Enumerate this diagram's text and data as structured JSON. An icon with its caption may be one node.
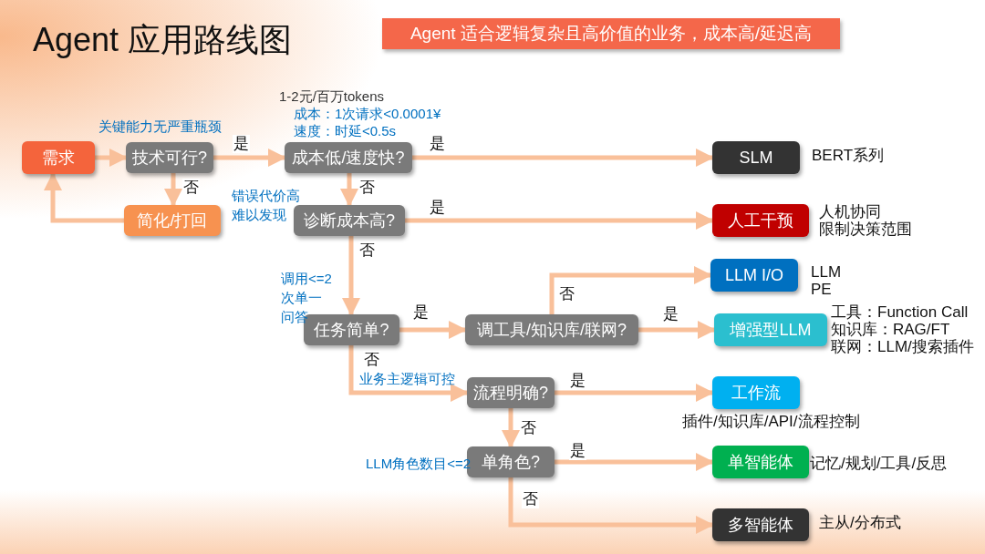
{
  "diagram": {
    "title": "Agent 应用路线图",
    "nodes": [
      {
        "text": [
          "需求"
        ]
      },
      {
        "text": [
          "技术可行?"
        ],
        "beside": [
          "关键能力无严重瓶颈"
        ]
      },
      {
        "text": [
          "简化/打回"
        ]
      },
      {
        "text": [
          "成本低/速度快?"
        ],
        "beside": [
          "1-2元/百万tokens",
          "成本：1次请求<0.0001¥",
          "速度：时延<0.5s"
        ]
      },
      {
        "text": [
          "诊断成本高?"
        ],
        "beside": [
          "错误代价高难以发现"
        ]
      },
      {
        "text": [
          "任务简单?"
        ],
        "beside": [
          "调用<=2次单一问答"
        ]
      },
      {
        "text": [
          "调工具/知识库/联网?"
        ]
      },
      {
        "text": [
          "流程明确?"
        ],
        "beside": [
          "业务主逻辑可控"
        ]
      },
      {
        "text": [
          "单角色?"
        ],
        "beside": [
          "LLM角色数目<=2"
        ]
      },
      {
        "text": [
          "SLM"
        ],
        "beside": [
          "BERT系列"
        ]
      },
      {
        "text": [
          "人工干预"
        ],
        "beside": [
          "人机协同",
          "限制决策范围"
        ]
      },
      {
        "text": [
          "LLM I/O"
        ],
        "beside": [
          "LLM",
          "PE"
        ]
      },
      {
        "text": [
          "增强型LLM"
        ],
        "beside": [
          "工具：Function Call",
          "知识库：RAG/FT",
          "联网：LLM/搜索插件"
        ]
      },
      {
        "text": [
          "工作流"
        ],
        "beside": [
          "插件/知识库/API/流程控制"
        ]
      },
      {
        "text": [
          "单智能体"
        ],
        "beside": [
          "记忆/规划/工具/反思"
        ]
      },
      {
        "text": [
          "多智能体"
        ],
        "beside": [
          "主从/分布式"
        ]
      }
    ],
    "edges": [
      {
        "from": 0,
        "to": 1,
        "arrow": "to"
      },
      {
        "from": 1,
        "to": 3,
        "arrow": "to",
        "label": "是"
      },
      {
        "from": 1,
        "to": 2,
        "arrow": "to",
        "label": "否"
      },
      {
        "from": 2,
        "to": 0,
        "arrow": "to"
      },
      {
        "from": 3,
        "to": 9,
        "arrow": "to",
        "label": "是"
      },
      {
        "from": 3,
        "to": 4,
        "arrow": "to",
        "label": "否"
      },
      {
        "from": 4,
        "to": 10,
        "arrow": "to",
        "label": "是"
      },
      {
        "from": 4,
        "to": 5,
        "arrow": "to",
        "label": "否"
      },
      {
        "from": 5,
        "to": 6,
        "arrow": "to",
        "label": "是"
      },
      {
        "from": 6,
        "to": 11,
        "arrow": "to",
        "label": "否"
      },
      {
        "from": 6,
        "to": 12,
        "arrow": "to",
        "label": "是"
      },
      {
        "from": 5,
        "to": 7,
        "arrow": "to",
        "label": "否"
      },
      {
        "from": 7,
        "to": 13,
        "arrow": "to",
        "label": "是"
      },
      {
        "from": 7,
        "to": 8,
        "arrow": "to",
        "label": "否"
      },
      {
        "from": 8,
        "to": 14,
        "arrow": "to",
        "label": "是"
      },
      {
        "from": 8,
        "to": 15,
        "arrow": "to",
        "label": "否"
      }
    ],
    "labels": [
      "Agent 适合逻辑复杂且高价值的业务，成本高/延迟高"
    ]
  }
}
